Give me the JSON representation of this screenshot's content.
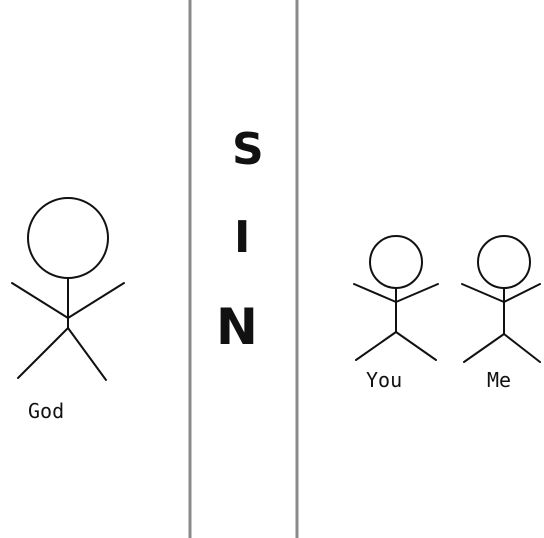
{
  "diagram": {
    "barrier_word": [
      "S",
      "I",
      "N"
    ],
    "figures": [
      {
        "label": "God"
      },
      {
        "label": "You"
      },
      {
        "label": "Me"
      }
    ],
    "colors": {
      "background": "#ffffff",
      "lines": "#111111",
      "divider": "#8a8a8a"
    }
  }
}
